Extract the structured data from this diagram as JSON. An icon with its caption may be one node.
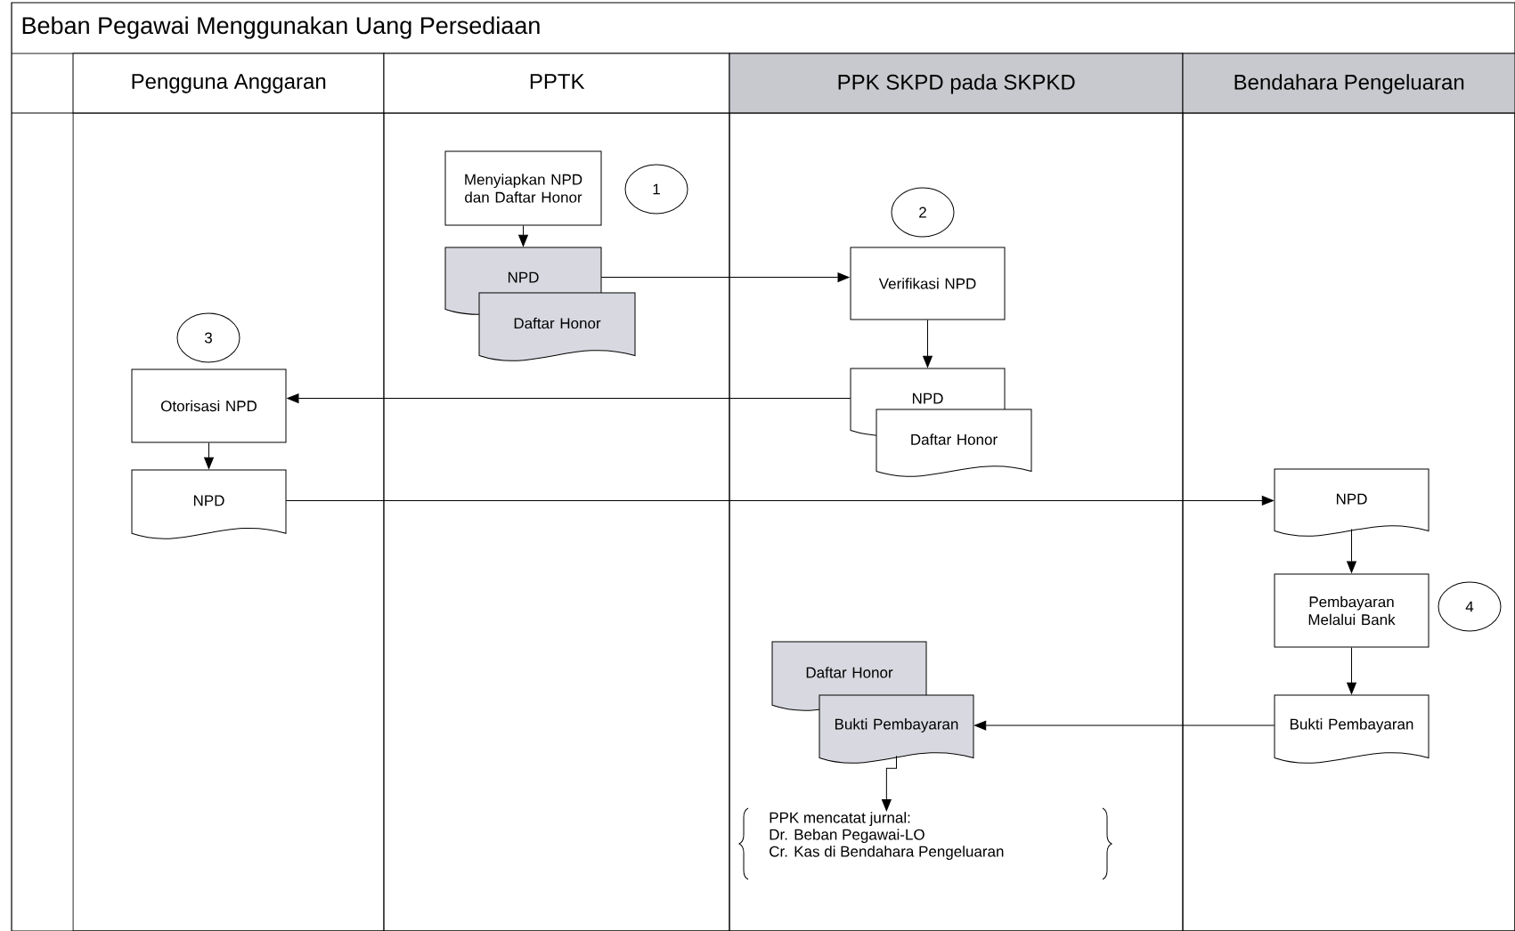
{
  "diagram": {
    "title": "Beban Pegawai Menggunakan Uang Persediaan",
    "nodes": [
      {
        "text": [
          "Pengguna Anggaran"
        ]
      },
      {
        "text": [
          "PPTK"
        ]
      },
      {
        "text": [
          "PPK SKPD pada SKPKD"
        ]
      },
      {
        "text": [
          "Bendahara Pengeluaran"
        ]
      },
      {
        "text": [
          "Menyiapkan NPD dan Daftar Honor"
        ],
        "in": 1
      },
      {
        "text": [
          "1"
        ],
        "in": 1
      },
      {
        "text": [
          "NPD"
        ],
        "in": 1
      },
      {
        "text": [
          "Daftar Honor"
        ],
        "in": 1
      },
      {
        "text": [
          "2"
        ],
        "in": 2
      },
      {
        "text": [
          "Verifikasi NPD"
        ],
        "in": 2
      },
      {
        "text": [
          "NPD"
        ],
        "in": 2
      },
      {
        "text": [
          "Daftar Honor"
        ],
        "in": 2
      },
      {
        "text": [
          "3"
        ],
        "in": 0
      },
      {
        "text": [
          "Otorisasi NPD"
        ],
        "in": 0
      },
      {
        "text": [
          "NPD"
        ],
        "in": 0
      },
      {
        "text": [
          "NPD"
        ],
        "in": 3
      },
      {
        "text": [
          "Pembayaran Melalui Bank"
        ],
        "in": 3
      },
      {
        "text": [
          "4"
        ],
        "in": 3
      },
      {
        "text": [
          "Bukti Pembayaran"
        ],
        "in": 3
      },
      {
        "text": [
          "Daftar Honor"
        ],
        "in": 2
      },
      {
        "text": [
          "Bukti Pembayaran"
        ],
        "in": 2
      },
      {
        "text": [
          "PPK mencatat jurnal:",
          "Dr. Beban Pegawai-LO",
          "Cr. Kas di Bendahara Pengeluaran"
        ],
        "in": 2
      }
    ],
    "edges": [
      {
        "from": 4,
        "to": 6,
        "arrow": "to"
      },
      {
        "from": 6,
        "to": 9,
        "arrow": "to"
      },
      {
        "from": 9,
        "to": 10,
        "arrow": "to"
      },
      {
        "from": 10,
        "to": 13,
        "arrow": "to"
      },
      {
        "from": 13,
        "to": 14,
        "arrow": "to"
      },
      {
        "from": 14,
        "to": 15,
        "arrow": "to"
      },
      {
        "from": 15,
        "to": 16,
        "arrow": "to"
      },
      {
        "from": 16,
        "to": 18,
        "arrow": "to"
      },
      {
        "from": 18,
        "to": 20,
        "arrow": "to"
      },
      {
        "from": 20,
        "to": 21,
        "arrow": "to"
      }
    ]
  }
}
